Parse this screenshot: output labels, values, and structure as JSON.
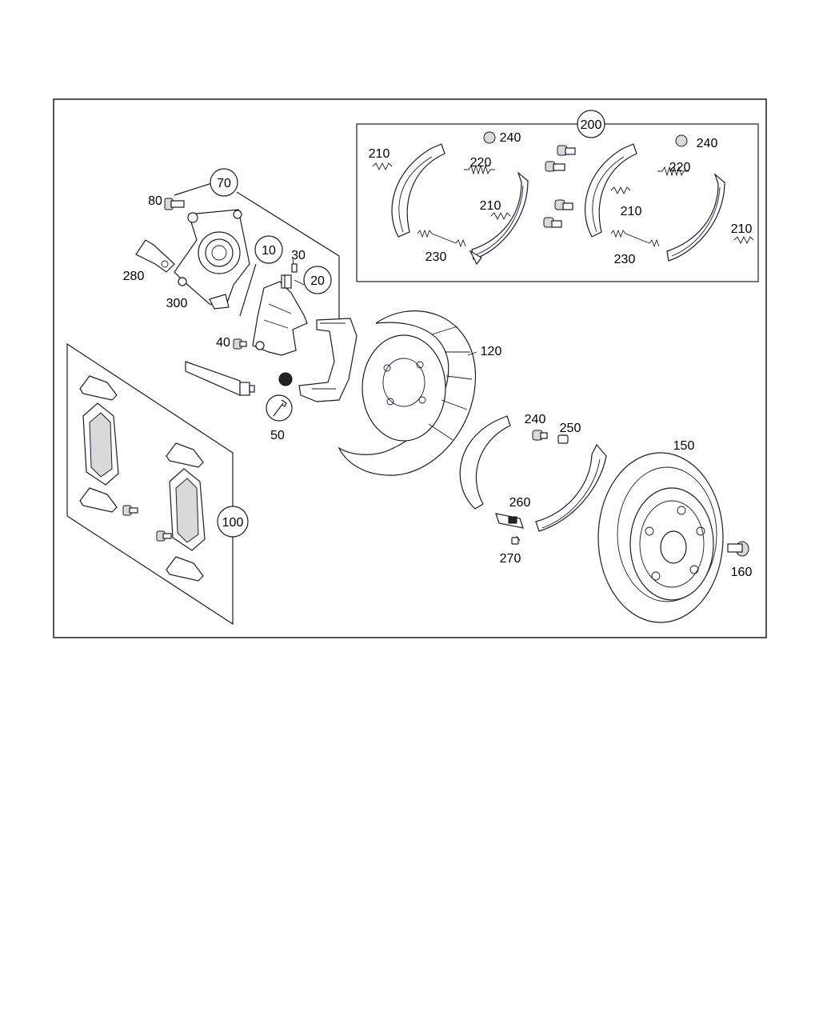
{
  "labels": {
    "l10": "10",
    "l20": "20",
    "l30": "30",
    "l40": "40",
    "l50": "50",
    "l70": "70",
    "l80": "80",
    "l100": "100",
    "l120": "120",
    "l150": "150",
    "l160": "160",
    "l200": "200",
    "l210a": "210",
    "l210b": "210",
    "l210c": "210",
    "l210d": "210",
    "l220a": "220",
    "l220b": "220",
    "l230a": "230",
    "l230b": "230",
    "l240a": "240",
    "l240b": "240",
    "l240c": "240",
    "l250": "250",
    "l260": "260",
    "l270": "270",
    "l280": "280",
    "l300": "300"
  }
}
